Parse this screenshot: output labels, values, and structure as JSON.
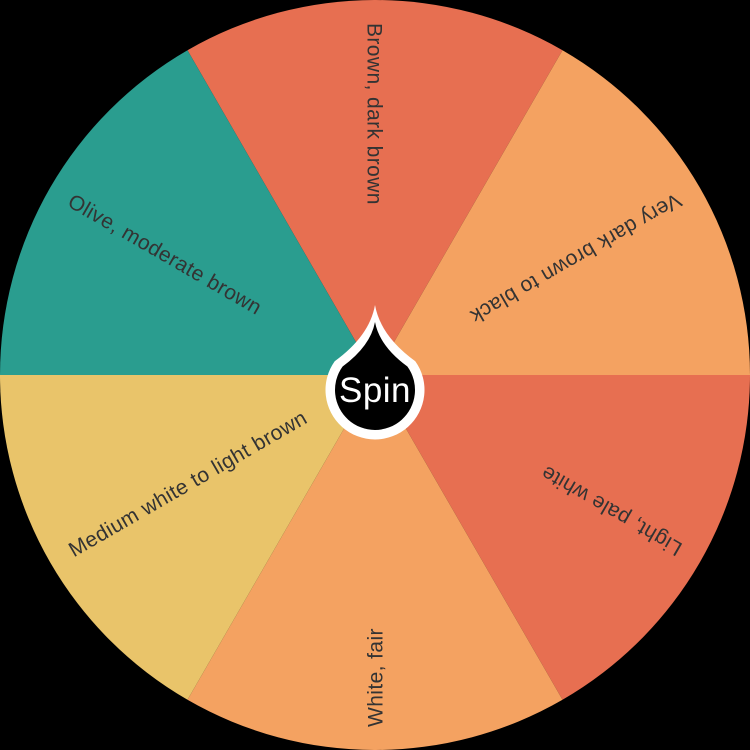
{
  "background_color": "#000000",
  "wheel": {
    "type": "spinner-wheel",
    "label_color": "#333333",
    "segment_count": 6,
    "segments": [
      {
        "label": "Brown, dark brown",
        "color": "#e76f51",
        "start_angle": -120,
        "end_angle": -60,
        "position": "top"
      },
      {
        "label": "Very dark brown to black",
        "color": "#f4a261",
        "start_angle": -60,
        "end_angle": 0,
        "position": "upper-right"
      },
      {
        "label": "Light, pale white",
        "color": "#e76f51",
        "start_angle": 0,
        "end_angle": 60,
        "position": "lower-right"
      },
      {
        "label": "White, fair",
        "color": "#f4a261",
        "start_angle": 60,
        "end_angle": 120,
        "position": "bottom"
      },
      {
        "label": "Medium white to light brown",
        "color": "#e9c46a",
        "start_angle": 120,
        "end_angle": 180,
        "position": "lower-left"
      },
      {
        "label": "Olive, moderate brown",
        "color": "#2a9d8f",
        "start_angle": 180,
        "end_angle": 240,
        "position": "upper-left"
      }
    ]
  },
  "center": {
    "spin_label": "Spin",
    "button_color": "#000000",
    "ring_color": "#ffffff",
    "text_color": "#ffffff",
    "pointer_direction": "up"
  }
}
